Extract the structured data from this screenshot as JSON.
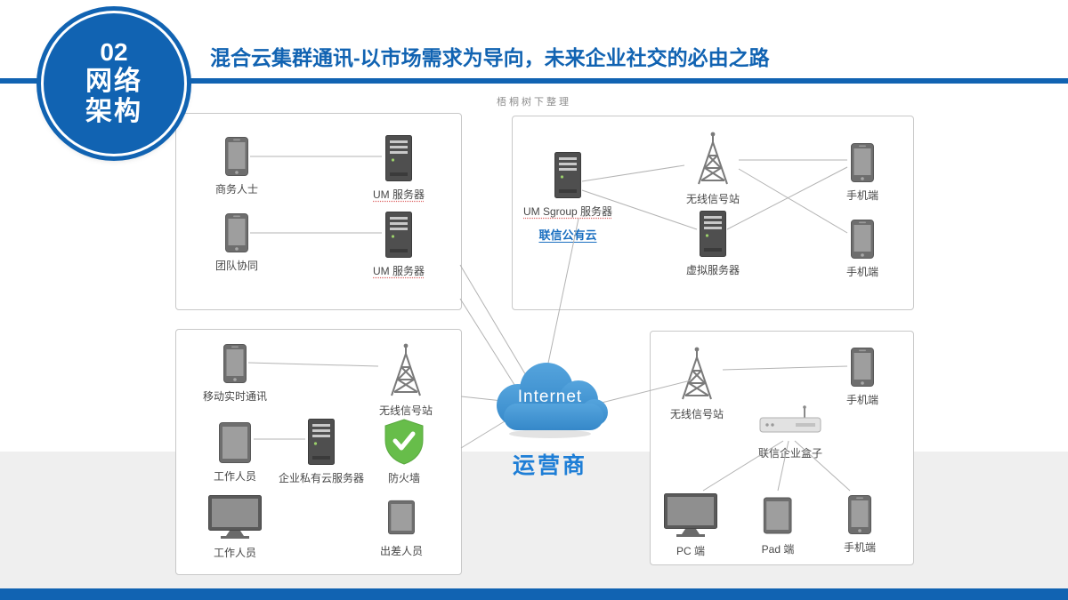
{
  "slide": {
    "badge": {
      "number": "02",
      "line1": "网络",
      "line2": "架构"
    },
    "title": "混合云集群通讯-以市场需求为导向，未来企业社交的必由之路",
    "watermark": "梧桐树下整理",
    "cloud": {
      "label": "Internet",
      "carrier": "运营商"
    }
  },
  "panels": {
    "top_left": {
      "business_person": "商务人士",
      "um_server_1": "UM 服务器",
      "team_collab": "团队协同",
      "um_server_2": "UM 服务器"
    },
    "top_right": {
      "um_sgroup_server": "UM Sgroup 服务器",
      "public_cloud": "联信公有云",
      "wireless_station": "无线信号站",
      "phone_top": "手机端",
      "virtual_server": "虚拟服务器",
      "phone_bottom": "手机端"
    },
    "bottom_left": {
      "mobile_rtc": "移动实时通讯",
      "wireless_station": "无线信号站",
      "worker_tablet": "工作人员",
      "private_cloud_server": "企业私有云服务器",
      "firewall": "防火墙",
      "worker_pc": "工作人员",
      "traveler": "出差人员"
    },
    "bottom_right": {
      "wireless_station": "无线信号站",
      "phone_top": "手机端",
      "enterprise_box": "联信企业盒子",
      "pc": "PC 端",
      "pad": "Pad 端",
      "phone_bottom": "手机端"
    }
  },
  "colors": {
    "accent": "#1163b2",
    "cloud_blue": "#3e93d4",
    "carrier_blue": "#1e7ed6",
    "shield_green": "#67bd4a"
  }
}
